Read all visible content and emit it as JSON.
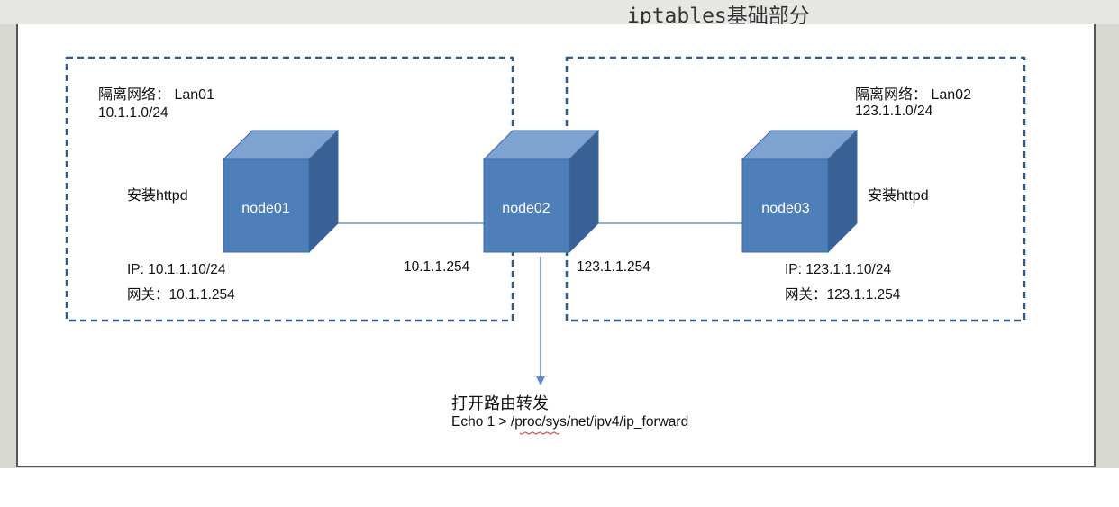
{
  "title": "iptables基础部分",
  "left_network": {
    "name_label": "隔离网络：",
    "name": "Lan01",
    "subnet": "10.1.1.0/24",
    "install": "安装httpd",
    "ip": "IP:  10.1.1.10/24",
    "gateway": "网关：10.1.1.254"
  },
  "right_network": {
    "name_label": "隔离网络：",
    "name": "Lan02",
    "subnet": "123.1.1.0/24",
    "install": "安装httpd",
    "ip": "IP:  123.1.1.10/24",
    "gateway": "网关：123.1.1.254"
  },
  "nodes": {
    "node01": "node01",
    "node02": "node02",
    "node03": "node03"
  },
  "links": {
    "left_ip": "10.1.1.254",
    "right_ip": "123.1.1.254"
  },
  "forward": {
    "title": "打开路由转发",
    "command": "Echo 1 > /proc/sys/net/ipv4/ip_forward"
  },
  "colors": {
    "cube_front": "#4f7fb9",
    "cube_top": "#7ea3d0",
    "cube_side": "#3a6196",
    "dashed_border": "#2e5c8a",
    "connector": "#6a95c6"
  }
}
